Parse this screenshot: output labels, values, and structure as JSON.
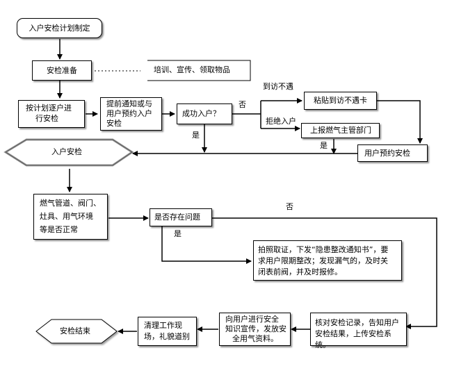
{
  "diagram": {
    "nodes": {
      "start": "入户安检计划制定",
      "prep": "安检准备",
      "prep_note": "培训、宣传、领取物品",
      "visit": [
        "按计划逐户进",
        "行安检"
      ],
      "notify": [
        "提前通知或与",
        "用户预约入户",
        "安检"
      ],
      "success_q": "成功入户？",
      "not_met_card": "粘贴到访不遇卡",
      "report": "上报燃气主管部门",
      "appointment": "用户预约安检",
      "inspect": "入户安检",
      "check": [
        "燃气管道、阀门、",
        "灶具、用气环境",
        "等是否正常"
      ],
      "problem_q": "是否存在问题",
      "rectify": [
        "拍照取证，下发“隐患整改通知书”，要",
        "求用户限期整改；发现漏气的，及时关",
        "闭表前阀，并及时报修。"
      ],
      "record": [
        "核对安检记录，告知用户",
        "安检结果，上传安检系统。"
      ],
      "educate": [
        "向用户进行安全",
        "知识宣传，发放安",
        "全用气资料。"
      ],
      "cleanup": [
        "清理工作现",
        "场，礼貌道别"
      ],
      "end": "安检结束"
    },
    "labels": {
      "no1": "否",
      "not_met": "到访不遇",
      "refuse": "拒绝入户",
      "yes1": "是",
      "yes2": "是",
      "no2": "否",
      "yes3": "是"
    }
  }
}
